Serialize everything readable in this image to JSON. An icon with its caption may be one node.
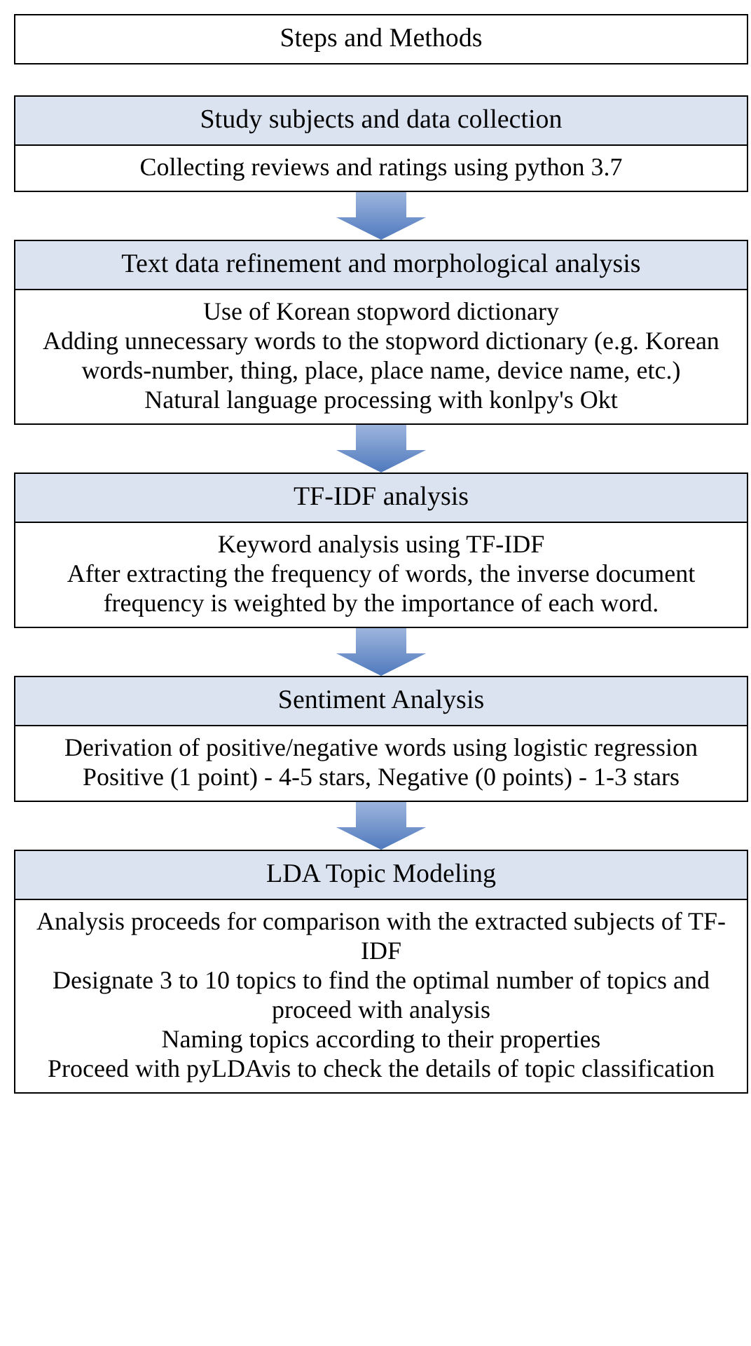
{
  "diagram": {
    "nodes": [
      {
        "text": [
          "Steps and Methods"
        ]
      },
      {
        "text": [
          "Study subjects and data collection",
          "Collecting reviews and ratings using python 3.7"
        ]
      },
      {
        "text": [
          "Text data refinement and morphological analysis",
          "Use of Korean stopword dictionary",
          "Adding unnecessary words to the stopword dictionary (e.g. Korean words-number, thing, place, place name, device name, etc.)",
          "Natural language processing with konlpy's Okt"
        ]
      },
      {
        "text": [
          "TF-IDF analysis",
          "Keyword analysis using TF-IDF",
          "After extracting the frequency of words, the inverse document frequency is weighted by the importance of each word."
        ]
      },
      {
        "text": [
          "Sentiment Analysis",
          "Derivation of positive/negative words using logistic regression",
          "Positive (1 point) - 4-5 stars, Negative (0 points) - 1-3 stars"
        ]
      },
      {
        "text": [
          "LDA Topic Modeling",
          "Analysis proceeds for comparison with the extracted subjects of TF-IDF",
          "Designate 3 to 10 topics to find the optimal number of topics and proceed with analysis",
          "Naming topics according to their properties",
          "Proceed with pyLDAvis to check the details of topic classification"
        ]
      }
    ],
    "edges": [
      {
        "from": 1,
        "to": 2,
        "arrow": "to",
        "style": "thick"
      },
      {
        "from": 2,
        "to": 3,
        "arrow": "to",
        "style": "thick"
      },
      {
        "from": 3,
        "to": 4,
        "arrow": "to",
        "style": "thick"
      },
      {
        "from": 4,
        "to": 5,
        "arrow": "to",
        "style": "thick"
      }
    ]
  }
}
